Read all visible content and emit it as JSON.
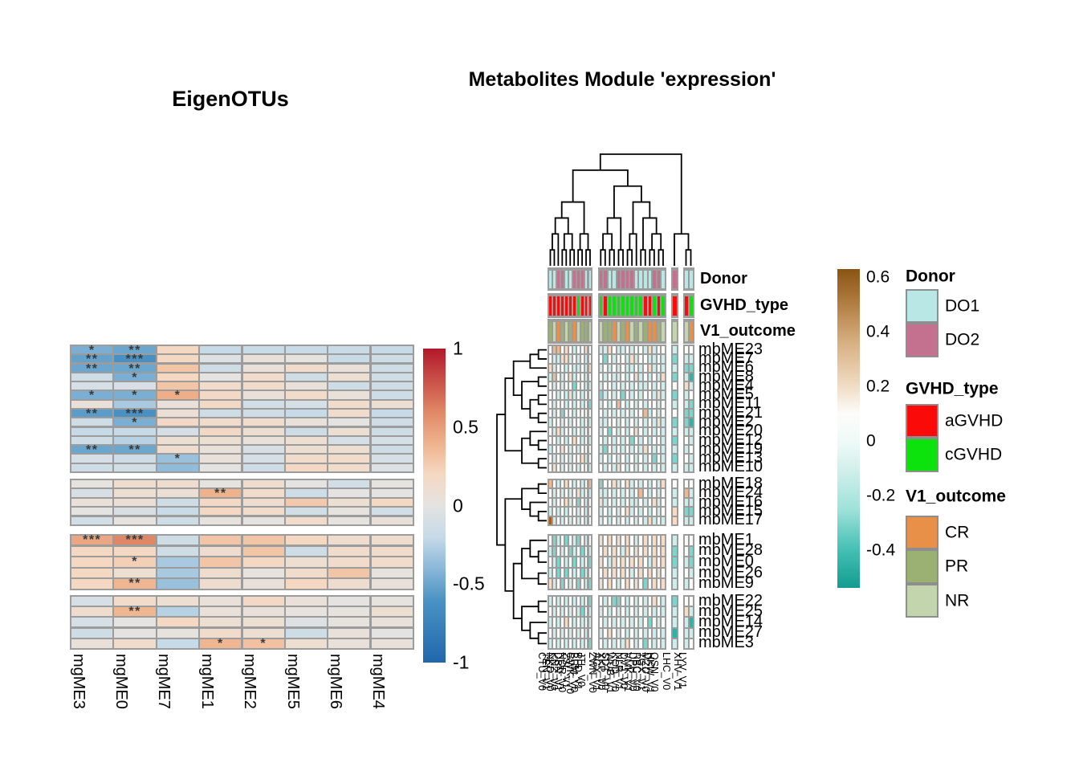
{
  "chart_data": [
    {
      "type": "heatmap",
      "title": "EigenOTUs",
      "description": "Correlation heatmap of metagenomic eigenOTU modules (columns) vs metabolite modules (rows, 4 cluster groups); asterisks mark significance (* ** ***)",
      "x_labels": [
        "mgME3",
        "mgME0",
        "mgME7",
        "mgME1",
        "mgME2",
        "mgME5",
        "mgME6",
        "mgME4"
      ],
      "colorscale": {
        "domain": [
          -1,
          1
        ],
        "ticks": [
          {
            "label": "1",
            "v": 1
          },
          {
            "label": "0.5",
            "v": 0.5
          },
          {
            "label": "0",
            "v": 0
          },
          {
            "label": "-0.5",
            "v": -0.5
          },
          {
            "label": "-1",
            "v": -1
          }
        ],
        "stops": [
          [
            -1,
            "#2166ac"
          ],
          [
            -0.6,
            "#4b93c4"
          ],
          [
            -0.4,
            "#8ab8d8"
          ],
          [
            -0.2,
            "#c6dae8"
          ],
          [
            0,
            "#e4e3e1"
          ],
          [
            0.2,
            "#f5d8c2"
          ],
          [
            0.4,
            "#eeb28c"
          ],
          [
            0.6,
            "#e08766"
          ],
          [
            1,
            "#b2182b"
          ]
        ]
      },
      "row_groups": [
        {
          "values": [
            [
              -0.45,
              -0.5,
              0.2,
              -0.2,
              -0.18,
              -0.18,
              -0.18,
              -0.2
            ],
            [
              -0.52,
              -0.62,
              0.2,
              -0.05,
              0.05,
              0.02,
              -0.18,
              -0.15
            ],
            [
              -0.5,
              -0.5,
              0.3,
              -0.15,
              0.05,
              0.15,
              0.05,
              -0.15
            ],
            [
              -0.15,
              -0.45,
              0.2,
              0.0,
              0.15,
              -0.15,
              0.1,
              -0.15
            ],
            [
              -0.1,
              -0.08,
              0.3,
              0.15,
              0.15,
              0.05,
              -0.15,
              -0.15
            ],
            [
              -0.45,
              -0.45,
              0.42,
              0.18,
              0.05,
              0.15,
              0.05,
              -0.15
            ],
            [
              0.05,
              -0.3,
              0.05,
              0.18,
              -0.12,
              -0.1,
              0.15,
              0.1
            ],
            [
              -0.55,
              -0.62,
              0.08,
              -0.15,
              -0.15,
              -0.2,
              0.15,
              -0.2
            ],
            [
              -0.15,
              -0.45,
              0.18,
              0.15,
              0.15,
              0.05,
              0.0,
              -0.15
            ],
            [
              -0.2,
              -0.2,
              -0.1,
              0.18,
              0.1,
              -0.15,
              0.1,
              -0.15
            ],
            [
              -0.15,
              -0.25,
              0.1,
              0.1,
              0.05,
              0.1,
              -0.1,
              -0.1
            ],
            [
              -0.5,
              -0.5,
              0.12,
              0.05,
              -0.1,
              0.1,
              0.1,
              -0.15
            ],
            [
              -0.1,
              -0.15,
              -0.35,
              0.05,
              -0.1,
              0.15,
              0.15,
              -0.1
            ],
            [
              -0.15,
              -0.12,
              -0.38,
              0.0,
              -0.15,
              0.18,
              0.15,
              -0.05
            ]
          ],
          "stars": [
            [
              "*",
              "**",
              "",
              "",
              "",
              "",
              "",
              ""
            ],
            [
              "**",
              "***",
              "",
              "",
              "",
              "",
              "",
              ""
            ],
            [
              "**",
              "**",
              "",
              "",
              "",
              "",
              "",
              ""
            ],
            [
              "",
              "*",
              "",
              "",
              "",
              "",
              "",
              ""
            ],
            [
              "",
              "",
              "",
              "",
              "",
              "",
              "",
              ""
            ],
            [
              "*",
              "*",
              "*",
              "",
              "",
              "",
              "",
              ""
            ],
            [
              "",
              "",
              "",
              "",
              "",
              "",
              "",
              ""
            ],
            [
              "**",
              "***",
              "",
              "",
              "",
              "",
              "",
              ""
            ],
            [
              "",
              "*",
              "",
              "",
              "",
              "",
              "",
              ""
            ],
            [
              "",
              "",
              "",
              "",
              "",
              "",
              "",
              ""
            ],
            [
              "",
              "",
              "",
              "",
              "",
              "",
              "",
              ""
            ],
            [
              "**",
              "**",
              "",
              "",
              "",
              "",
              "",
              ""
            ],
            [
              "",
              "",
              "*",
              "",
              "",
              "",
              "",
              ""
            ],
            [
              "",
              "",
              "",
              "",
              "",
              "",
              "",
              ""
            ]
          ]
        },
        {
          "values": [
            [
              0.02,
              0.12,
              0.12,
              0.02,
              0.12,
              0.0,
              -0.12,
              0.02
            ],
            [
              -0.08,
              0.1,
              0.08,
              0.4,
              0.15,
              -0.15,
              0.0,
              0.0
            ],
            [
              0.05,
              0.08,
              -0.15,
              0.18,
              0.12,
              0.28,
              0.1,
              0.2
            ],
            [
              0.0,
              -0.08,
              -0.18,
              0.2,
              0.15,
              -0.12,
              0.02,
              -0.12
            ],
            [
              -0.12,
              0.02,
              -0.15,
              0.02,
              0.0,
              0.15,
              0.02,
              0.05
            ]
          ],
          "stars": [
            [
              "",
              "",
              "",
              "",
              "",
              "",
              "",
              ""
            ],
            [
              "",
              "",
              "",
              "**",
              "",
              "",
              "",
              ""
            ],
            [
              "",
              "",
              "",
              "",
              "",
              "",
              "",
              ""
            ],
            [
              "",
              "",
              "",
              "",
              "",
              "",
              "",
              ""
            ],
            [
              "",
              "",
              "",
              "",
              "",
              "",
              "",
              ""
            ]
          ]
        },
        {
          "values": [
            [
              0.45,
              0.6,
              -0.15,
              0.3,
              0.3,
              0.2,
              0.12,
              0.12
            ],
            [
              0.2,
              0.2,
              -0.15,
              0.12,
              0.3,
              -0.15,
              0.15,
              0.15
            ],
            [
              0.2,
              0.25,
              -0.3,
              0.3,
              0.2,
              0.1,
              0.15,
              0.15
            ],
            [
              0.2,
              0.1,
              -0.3,
              0.12,
              0.02,
              0.15,
              0.3,
              0.02
            ],
            [
              0.2,
              0.38,
              -0.35,
              0.12,
              0.05,
              0.2,
              0.12,
              0.05
            ]
          ],
          "stars": [
            [
              "***",
              "***",
              "",
              "",
              "",
              "",
              "",
              ""
            ],
            [
              "",
              "",
              "",
              "",
              "",
              "",
              "",
              ""
            ],
            [
              "",
              "*",
              "",
              "",
              "",
              "",
              "",
              ""
            ],
            [
              "",
              "",
              "",
              "",
              "",
              "",
              "",
              ""
            ],
            [
              "",
              "**",
              "",
              "",
              "",
              "",
              "",
              ""
            ]
          ]
        },
        {
          "values": [
            [
              -0.1,
              0.15,
              0.1,
              0.05,
              0.18,
              0.05,
              0.0,
              0.02
            ],
            [
              0.12,
              0.38,
              -0.25,
              0.05,
              0.05,
              0.02,
              0.02,
              0.1
            ],
            [
              -0.1,
              0.0,
              0.2,
              0.1,
              0.1,
              -0.05,
              0.02,
              0.05
            ],
            [
              -0.15,
              0.0,
              0.02,
              0.15,
              0.1,
              -0.15,
              0.05,
              0.0
            ],
            [
              0.05,
              0.15,
              -0.2,
              0.38,
              0.32,
              0.1,
              0.05,
              0.05
            ]
          ],
          "stars": [
            [
              "",
              "",
              "",
              "",
              "",
              "",
              "",
              ""
            ],
            [
              "",
              "**",
              "",
              "",
              "",
              "",
              "",
              ""
            ],
            [
              "",
              "",
              "",
              "",
              "",
              "",
              "",
              ""
            ],
            [
              "",
              "",
              "",
              "",
              "",
              "",
              "",
              ""
            ],
            [
              "",
              "",
              "",
              "*",
              "*",
              "",
              "",
              ""
            ]
          ]
        }
      ]
    },
    {
      "type": "heatmap",
      "title": "Metabolites Module 'expression'",
      "description": "Clustered heatmap of metabolite module eigenvalues per sample; column and row dendrograms; top annotation tracks Donor, GVHD_type, V1_outcome. Column labels are overlapping sample IDs (mostly illegible; LHC_V0 legible).",
      "col_group_sizes": [
        11,
        15,
        1,
        2
      ],
      "col_labels": [
        "CTU_V0",
        "TEN_V1",
        "NKD_V0",
        "KNZ_V0",
        "DBN_V1",
        "NQR_V0",
        "ZSL_V1",
        "GWK_V0",
        "BRM_V0",
        "PFD_V1",
        "JTL_V0",
        "ZWN_V0",
        "AGX_V1",
        "XKP_V0",
        "SDT_V0",
        "WUB_V1",
        "KQD_V0",
        "NLR_V1",
        "DVJ_V0",
        "VMK_V1",
        "UPH_V0",
        "RBC_V0",
        "TGX_V1",
        "MZD_V0",
        "HKW_V1",
        "QSN_V0",
        "LHC_V0",
        "XHV_V1",
        "LYV_V1"
      ],
      "cell_palette": {
        "w": "#fbfbf9",
        "t": "#cdecea",
        "T": "#7ed5cc",
        "D": "#2fb3a7",
        "o": "#f6dcc5",
        "O": "#efb88d",
        "B": "#a85c17"
      },
      "row_groups": [
        {
          "labels": [
            "mbME23",
            "mbME7",
            "mbME6",
            "mbME8",
            "mbME4",
            "mbME5",
            "mbME11",
            "mbME21",
            "mbME2",
            "mbME20",
            "mbME12",
            "mbME19",
            "mbME13",
            "mbME10"
          ],
          "cells": [
            "wOOwowtwwowttowttwtwwtotwwtww",
            "wttootwtwtwwTwtwwtotwwttwtTtt",
            "otwwtwttwtotwtwtwttwtwotwttTT",
            "tOwtwotwwtwwtwttwtwotwtwtoTtD",
            "wtwtwwTwwtttwwtwtwtwttwtwtwot",
            "wwtwtotwtwwTtwtwTwtwtwwtotTtw",
            "wtwwtwtwtwTtwtwOwtwtwtwwtwttT",
            "wtwTwwtwwwwwtwtwtwtwwOtwtwwTT",
            "twwtwtwwtwtttwwtwtwtwtwtotTTD",
            "wtotwwtwtwwtwTwtwtwowtwtwtttt",
            "wwtwtwowtwtwtwtwtwTwtwtwwtTwt",
            "twwowtwtwwwtTwtwtwtwtowtwtttw",
            "wtwtwtwwotwtwtwtwtwtwtwTwtTwt",
            "wowtwtwtwwtwtwtowtwtwtwtwtttt"
          ]
        },
        {
          "labels": [
            "mbME18",
            "mbME24",
            "mbME16",
            "mbME15",
            "mbME17"
          ],
          "cells": [
            "OwtwowtwtwOTwwotwotwtwtwtowww",
            "wtwtwtwotwtttwtwtwtwOwtwtwtOt",
            "wtwwotwTwtwotwtwtwttwtwotwttt",
            "twtwtwwtwtwtwtwtwotwtwtwtwoTT",
            "Btwtwtwtwtwtwtwtwtwtwtotwtott"
          ]
        },
        {
          "labels": [
            "mbME1",
            "mbME28",
            "mbME0",
            "mbME26",
            "mbME9"
          ],
          "cells": [
            "wTtwTwtTwtwowowowowtwowowotww",
            "tTwtwTtwTwtwowowtowowowowoTwT",
            "wtTwtwTwtwTowtowowowowtowoTtT",
            "twTwTwtwTtwwowowowtwowowowtwt",
            "otwTwtwTwtTowowtwowowTwowottw"
          ]
        },
        {
          "labels": [
            "mbME22",
            "mbME25",
            "mbME14",
            "mbME27",
            "mbME3"
          ],
          "cells": [
            "twtwtwtwtwTwtwTTwtwtwtwowtTww",
            "wtwtwtwtTwttwtwtwtwtwtwtwttot",
            "twtwowtwtwtwtwtwtwtwtwTwtwttD",
            "wtwtwtwtwtwtwowtwtwtwtwtwtDtt",
            "twtwtwtwtwTwtwtwtowtwTwtwtttw"
          ]
        }
      ],
      "annotations": [
        {
          "label": "Donor",
          "values": [
            "DO1",
            "DO1",
            "DO2",
            "DO2",
            "DO1",
            "DO1",
            "DO2",
            "DO2",
            "DO2",
            "DO1",
            "DO1",
            "DO2",
            "DO2",
            "DO1",
            "DO1",
            "DO2",
            "DO2",
            "DO2",
            "DO2",
            "DO1",
            "DO1",
            "DO1",
            "DO1",
            "DO2",
            "DO2",
            "DO1",
            "DO2",
            "DO1",
            "DO1"
          ]
        },
        {
          "label": "GVHD_type",
          "values": [
            "aGVHD",
            "aGVHD",
            "aGVHD",
            "aGVHD",
            "aGVHD",
            "aGVHD",
            "aGVHD",
            "cGVHD",
            "aGVHD",
            "aGVHD",
            "aGVHD",
            "cGVHD",
            "aGVHD",
            "cGVHD",
            "cGVHD",
            "cGVHD",
            "cGVHD",
            "cGVHD",
            "cGVHD",
            "cGVHD",
            "cGVHD",
            "aGVHD",
            "aGVHD",
            "cGVHD",
            "aGVHD",
            "cGVHD",
            "aGVHD",
            "aGVHD",
            "cGVHD"
          ]
        },
        {
          "label": "V1_outcome",
          "values": [
            "PR",
            "NR",
            "CR",
            "PR",
            "NR",
            "PR",
            "CR",
            "NR",
            "PR",
            "PR",
            "NR",
            "NR",
            "PR",
            "PR",
            "CR",
            "NR",
            "PR",
            "CR",
            "NR",
            "PR",
            "NR",
            "PR",
            "CR",
            "CR",
            "PR",
            "NR",
            "NR",
            "NR",
            "CR"
          ]
        }
      ],
      "colorscale": {
        "domain": [
          -0.54,
          0.63
        ],
        "ticks": [
          {
            "label": "0.6",
            "v": 0.6
          },
          {
            "label": "0.4",
            "v": 0.4
          },
          {
            "label": "0.2",
            "v": 0.2
          },
          {
            "label": "0",
            "v": 0
          },
          {
            "label": "-0.2",
            "v": -0.2
          },
          {
            "label": "-0.4",
            "v": -0.4
          }
        ],
        "stops": [
          [
            0.63,
            "#8a5312"
          ],
          [
            0.5,
            "#b27f43"
          ],
          [
            0.35,
            "#d9b286"
          ],
          [
            0.2,
            "#f0ddc4"
          ],
          [
            0.1,
            "#fdfcfa"
          ],
          [
            0,
            "#effaf8"
          ],
          [
            -0.1,
            "#d4f0ec"
          ],
          [
            -0.25,
            "#9fe2da"
          ],
          [
            -0.4,
            "#45c0b4"
          ],
          [
            -0.54,
            "#129c90"
          ]
        ]
      },
      "legends": [
        {
          "title": "Donor",
          "entries": [
            {
              "label": "DO1",
              "color": "#b9e7e5"
            },
            {
              "label": "DO2",
              "color": "#c4718f"
            }
          ]
        },
        {
          "title": "GVHD_type",
          "entries": [
            {
              "label": "aGVHD",
              "color": "#fb0a0a"
            },
            {
              "label": "cGVHD",
              "color": "#0ce30c"
            }
          ]
        },
        {
          "title": "V1_outcome",
          "entries": [
            {
              "label": "CR",
              "color": "#e89048"
            },
            {
              "label": "PR",
              "color": "#9ab173"
            },
            {
              "label": "NR",
              "color": "#c3d5ac"
            }
          ]
        }
      ]
    }
  ]
}
